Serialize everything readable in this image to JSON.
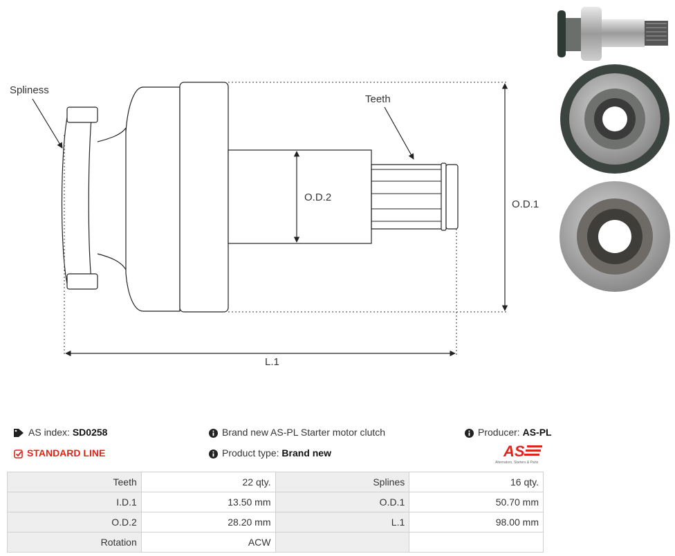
{
  "diagram": {
    "labels": {
      "spliness": "Spliness",
      "teeth": "Teeth",
      "od2": "O.D.2",
      "od1": "O.D.1",
      "l1": "L.1"
    }
  },
  "info": {
    "as_index_label": "AS index:",
    "as_index_value": "SD0258",
    "line_label": "STANDARD LINE",
    "description": "Brand new AS-PL Starter motor clutch",
    "product_type_label": "Product type:",
    "product_type_value": "Brand new",
    "producer_label": "Producer:",
    "producer_value": "AS-PL",
    "logo_text": "AS",
    "logo_tagline": "Alternators, Starters & Parts"
  },
  "specs": [
    {
      "k1": "Teeth",
      "v1": "22 qty.",
      "k2": "Splines",
      "v2": "16 qty."
    },
    {
      "k1": "I.D.1",
      "v1": "13.50 mm",
      "k2": "O.D.1",
      "v2": "50.70 mm"
    },
    {
      "k1": "O.D.2",
      "v1": "28.20 mm",
      "k2": "L.1",
      "v2": "98.00 mm"
    },
    {
      "k1": "Rotation",
      "v1": "ACW",
      "k2": "",
      "v2": ""
    }
  ],
  "colors": {
    "accent_red": "#e2231a",
    "key_cell_bg": "#eeeeee"
  },
  "icons": [
    "tags-icon",
    "checkbox-icon",
    "info-circle-icon",
    "logo-icon"
  ]
}
